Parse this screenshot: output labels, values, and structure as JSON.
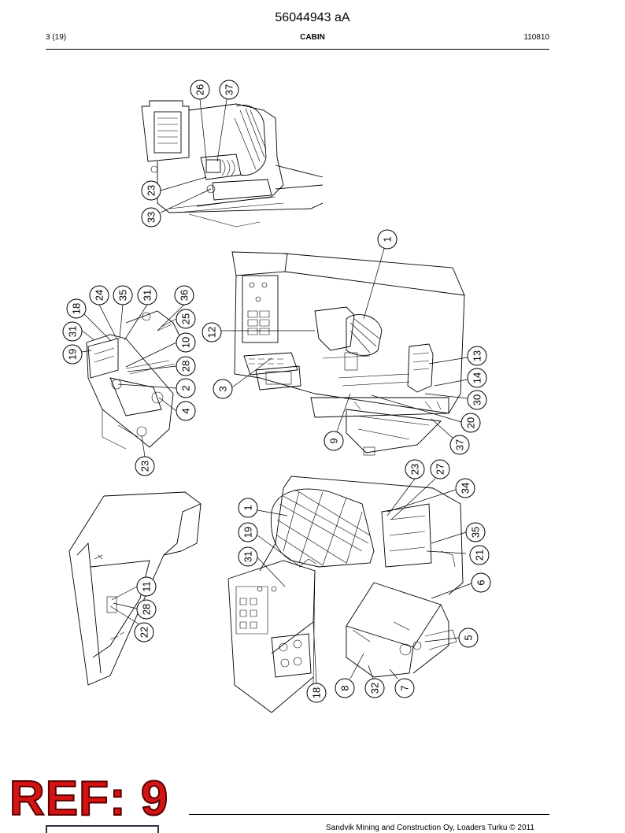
{
  "header": {
    "document_number": "56044943 aA",
    "page": "3 (19)",
    "section_title": "CABIN",
    "date_code": "110810"
  },
  "stamp": {
    "text": "REF: 9",
    "color": "#d41414"
  },
  "footer": {
    "copyright": "Sandvik Mining and Construction Oy, Loaders Turku © 2011"
  },
  "callouts": {
    "top_view": [
      "26",
      "37",
      "23",
      "33"
    ],
    "left_detail": [
      "24",
      "35",
      "31",
      "36",
      "18",
      "31",
      "19",
      "25",
      "10",
      "28",
      "2",
      "4",
      "23"
    ],
    "main_view": [
      "1",
      "12",
      "3",
      "9",
      "13",
      "14",
      "30",
      "20",
      "37"
    ],
    "door_view": [
      "11",
      "28",
      "22"
    ],
    "lower_view": [
      "1",
      "19",
      "31",
      "23",
      "27",
      "34",
      "35",
      "21",
      "6",
      "5",
      "7",
      "32",
      "8",
      "18"
    ]
  }
}
